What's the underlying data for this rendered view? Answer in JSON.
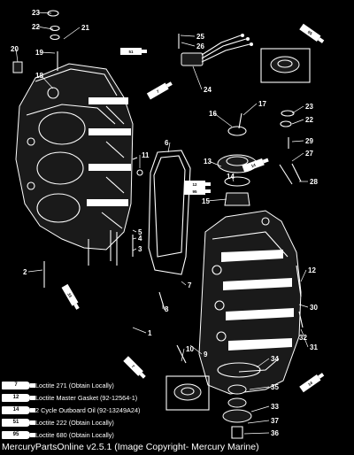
{
  "callouts": [
    "1",
    "2",
    "3",
    "4",
    "5",
    "6",
    "7",
    "8",
    "9",
    "10",
    "11",
    "12",
    "13",
    "14",
    "15",
    "16",
    "17",
    "18",
    "19",
    "20",
    "21",
    "22",
    "23",
    "24",
    "25",
    "26",
    "27",
    "28",
    "29",
    "30",
    "31",
    "32",
    "33",
    "34",
    "35",
    "36",
    "37"
  ],
  "tube_labels": [
    "95",
    "51",
    "7",
    "14",
    "12",
    "95",
    "33",
    "7",
    "14"
  ],
  "legend": [
    {
      "code": "7",
      "text": "Loctite 271 (Obtain Locally)"
    },
    {
      "code": "12",
      "text": "Loctite Master Gasket (92-12564-1)"
    },
    {
      "code": "14",
      "text": "2 Cycle Outboard Oil (92-13249A24)"
    },
    {
      "code": "51",
      "text": "Loctite 222  (Obtain Locally)"
    },
    {
      "code": "95",
      "text": "Loctite 680 (Obtain Locally)"
    }
  ],
  "footer": "MercuryPartsOnline v2.5.1 (Image Copyright- Mercury Marine)"
}
